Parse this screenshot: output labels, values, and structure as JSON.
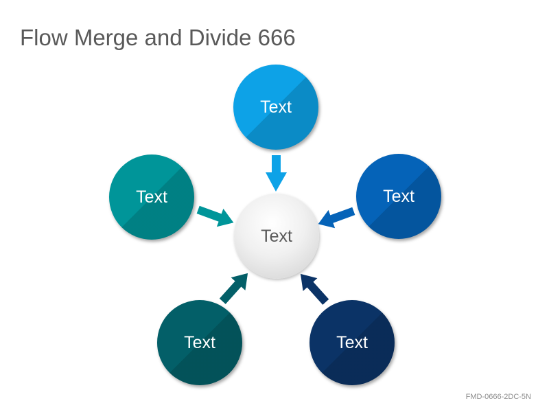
{
  "title": "Flow Merge and Divide 666",
  "footer_code": "FMD-0666-2DC-5N",
  "nodes": {
    "center": {
      "label": "Text",
      "color": "#e8e8e8"
    },
    "top": {
      "label": "Text",
      "color": "#0da2e7"
    },
    "right": {
      "label": "Text",
      "color": "#0563b8"
    },
    "left": {
      "label": "Text",
      "color": "#009599"
    },
    "bottom_left": {
      "label": "Text",
      "color": "#035f68"
    },
    "bottom_right": {
      "label": "Text",
      "color": "#0b3366"
    }
  }
}
